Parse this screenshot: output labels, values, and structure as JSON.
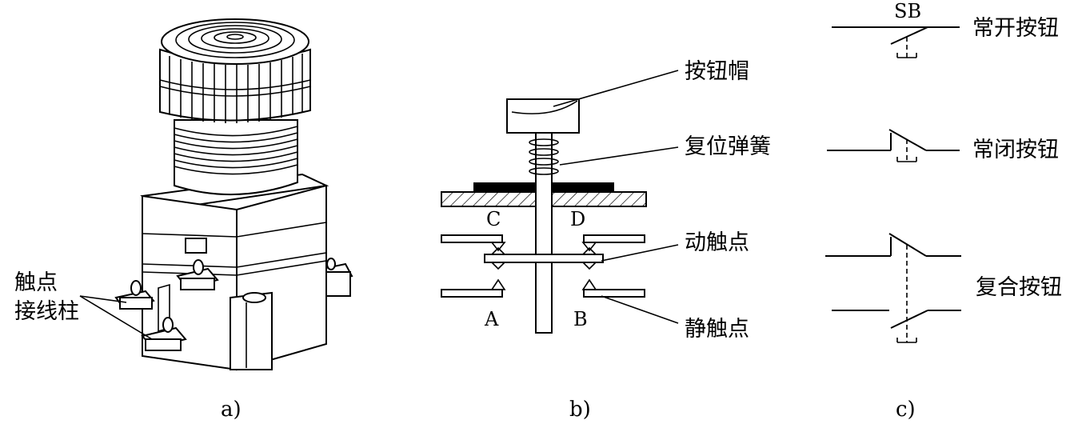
{
  "panel_a": {
    "caption": "a)",
    "labels": {
      "terminal_line1": "触点",
      "terminal_line2": "接线柱"
    }
  },
  "panel_b": {
    "caption": "b)",
    "labels": {
      "cap": "按钮帽",
      "spring": "复位弹簧",
      "moving_contact": "动触点",
      "static_contact": "静触点"
    },
    "points": {
      "c": "C",
      "d": "D",
      "a": "A",
      "b": "B"
    }
  },
  "panel_c": {
    "caption": "c)",
    "symbol": "SB",
    "labels": {
      "normally_open": "常开按钮",
      "normally_closed": "常闭按钮",
      "compound": "复合按钮"
    }
  }
}
